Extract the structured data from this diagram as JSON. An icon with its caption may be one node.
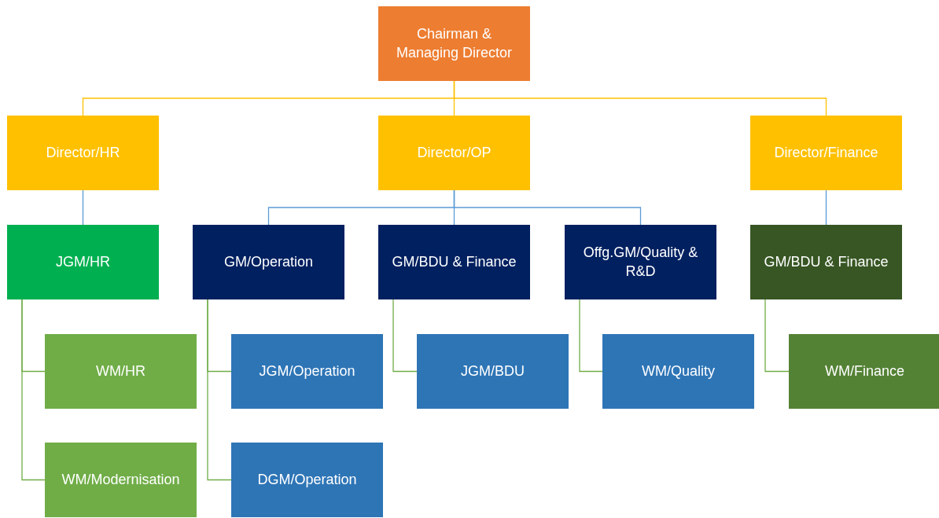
{
  "diagram": {
    "nodes": [
      {
        "text": [
          "Chairman & Managing Director"
        ]
      },
      {
        "text": [
          "Director/HR"
        ]
      },
      {
        "text": [
          "Director/OP"
        ]
      },
      {
        "text": [
          "Director/Finance"
        ]
      },
      {
        "text": [
          "JGM/HR"
        ]
      },
      {
        "text": [
          "GM/Operation"
        ]
      },
      {
        "text": [
          "GM/BDU & Finance"
        ]
      },
      {
        "text": [
          "Offg.GM/Quality & R&D"
        ]
      },
      {
        "text": [
          "GM/BDU & Finance"
        ]
      },
      {
        "text": [
          "WM/HR"
        ]
      },
      {
        "text": [
          "WM/Modernisation"
        ]
      },
      {
        "text": [
          "JGM/Operation"
        ]
      },
      {
        "text": [
          "DGM/Operation"
        ]
      },
      {
        "text": [
          "JGM/BDU"
        ]
      },
      {
        "text": [
          "WM/Quality"
        ]
      },
      {
        "text": [
          "WM/Finance"
        ]
      }
    ],
    "edges": [
      {
        "from": 0,
        "to": 1,
        "arrow": "none",
        "color": "#ffc000"
      },
      {
        "from": 0,
        "to": 2,
        "arrow": "none",
        "color": "#ffc000"
      },
      {
        "from": 0,
        "to": 3,
        "arrow": "none",
        "color": "#ffc000"
      },
      {
        "from": 1,
        "to": 4,
        "arrow": "none",
        "color": "#5b9bd5"
      },
      {
        "from": 2,
        "to": 5,
        "arrow": "none",
        "color": "#5b9bd5"
      },
      {
        "from": 2,
        "to": 6,
        "arrow": "none",
        "color": "#5b9bd5"
      },
      {
        "from": 2,
        "to": 7,
        "arrow": "none",
        "color": "#5b9bd5"
      },
      {
        "from": 3,
        "to": 8,
        "arrow": "none",
        "color": "#5b9bd5"
      },
      {
        "from": 4,
        "to": 9,
        "arrow": "none"
      },
      {
        "from": 4,
        "to": 10,
        "arrow": "none"
      },
      {
        "from": 5,
        "to": 11,
        "arrow": "none"
      },
      {
        "from": 5,
        "to": 12,
        "arrow": "none"
      },
      {
        "from": 6,
        "to": 13,
        "arrow": "none"
      },
      {
        "from": 7,
        "to": 14,
        "arrow": "none"
      },
      {
        "from": 8,
        "to": 15,
        "arrow": "none"
      }
    ]
  }
}
